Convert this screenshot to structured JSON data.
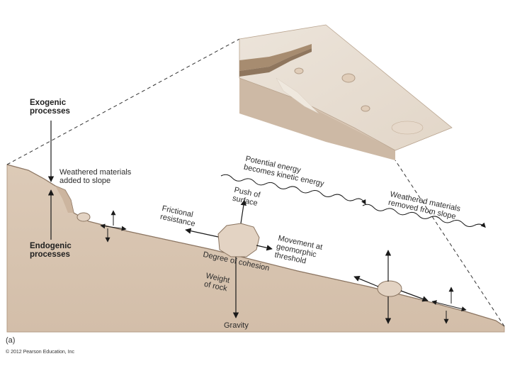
{
  "labels": {
    "exogenic_line1": "Exogenic",
    "exogenic_line2": "processes",
    "endogenic_line1": "Endogenic",
    "endogenic_line2": "processes",
    "weathered_added_line1": "Weathered materials",
    "weathered_added_line2": "added to slope",
    "frictional_line1": "Frictional",
    "frictional_line2": "resistance",
    "potential_line1": "Potential energy",
    "potential_line2": "becomes kinetic energy",
    "push_line1": "Push of",
    "push_line2": "surface",
    "movement_line1": "Movement at",
    "movement_line2": "geomorphic",
    "movement_line3": "threshold",
    "cohesion": "Degree of cohesion",
    "weight_line1": "Weight",
    "weight_line2": "of rock",
    "gravity": "Gravity",
    "removed_line1": "Weathered materials",
    "removed_line2": "removed from slope"
  },
  "panel_label": "(a)",
  "copyright": "© 2012 Pearson Education, Inc",
  "colors": {
    "slope_fill": "#d9c5b2",
    "slope_shadow": "#c9b29c",
    "block_top": "#eae2d7",
    "block_side": "#d6c4b2",
    "rock": "#e3d3c3",
    "arrow": "#1a1a1a",
    "dashed": "#333333"
  }
}
